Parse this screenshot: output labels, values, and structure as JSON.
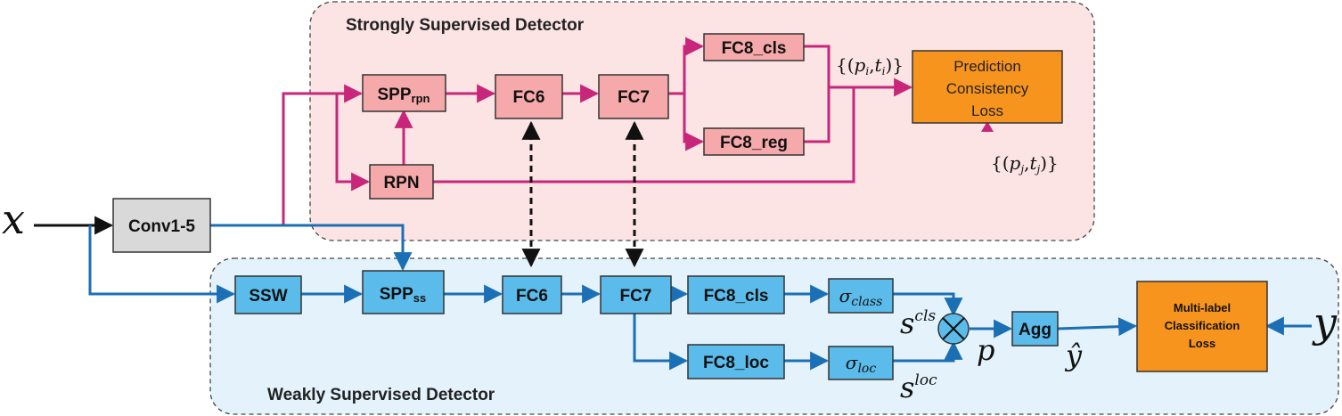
{
  "regions": {
    "strong": {
      "title": "Strongly Supervised Detector"
    },
    "weak": {
      "title": "Weakly Supervised Detector"
    }
  },
  "input": {
    "x": "x",
    "y": "y"
  },
  "boxes": {
    "conv": "Conv1-5",
    "spp_rpn": {
      "main": "SPP",
      "sub": "rpn"
    },
    "rpn": "RPN",
    "fc6_s": "FC6",
    "fc7_s": "FC7",
    "fc8_cls_s": "FC8_cls",
    "fc8_reg": "FC8_reg",
    "pcl": [
      "Prediction",
      "Consistency",
      "Loss"
    ],
    "ssw": "SSW",
    "spp_ss": {
      "main": "SPP",
      "sub": "ss"
    },
    "fc6_w": "FC6",
    "fc7_w": "FC7",
    "fc8_cls_w": "FC8_cls",
    "fc8_loc": "FC8_loc",
    "sigma_class": {
      "main": "σ",
      "sub": "class"
    },
    "sigma_loc": {
      "main": "σ",
      "sub": "loc"
    },
    "agg": "Agg",
    "mlcl": [
      "Multi-label",
      "Classification",
      "Loss"
    ]
  },
  "math_labels": {
    "pi_ti": {
      "open": "{(",
      "p": "p",
      "pi": "i",
      "comma": ",",
      "t": "t",
      "ti": "i",
      "close": ")}"
    },
    "pj_tj": {
      "open": "{(",
      "p": "p",
      "pj": "j",
      "comma": ",",
      "t": "t",
      "tj": "j",
      "close": ")}"
    },
    "s_cls": {
      "base": "s",
      "sup": "cls"
    },
    "s_loc": {
      "base": "s",
      "sup": "loc"
    },
    "p": "p",
    "y_hat": "ŷ"
  },
  "colors": {
    "strong_bg": "#fce4e4",
    "weak_bg": "#e3f2fb",
    "pink_box": "#f5a9aa",
    "blue_box": "#5bbbea",
    "orange_box": "#f7941d",
    "gray_box": "#d9d9d9",
    "magenta_line": "#c8267a",
    "blue_line": "#1b6fb5",
    "black_line": "#111111"
  }
}
